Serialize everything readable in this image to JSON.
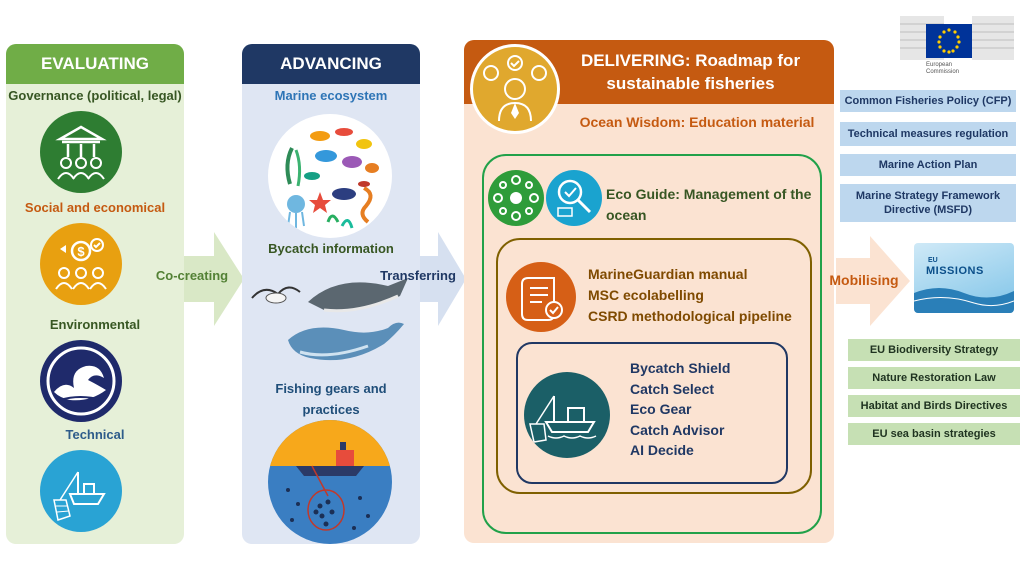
{
  "evaluating": {
    "title": "EVALUATING",
    "items": [
      {
        "label": "Governance (political, legal)",
        "icon": "governance-people-icon",
        "color": "#2e7d32"
      },
      {
        "label": "Social  and economical",
        "icon": "money-people-icon",
        "color": "#e8a010"
      },
      {
        "label": "Environmental",
        "icon": "wave-icon",
        "color": "#1f2a6b"
      },
      {
        "label": "Technical",
        "icon": "fishing-boat-net-icon",
        "color": "#29a3d4"
      }
    ]
  },
  "co_creating": "Co-creating",
  "advancing": {
    "title": "ADVANCING",
    "items": [
      {
        "label": "Marine ecosystem",
        "icon": "marine-life-icon"
      },
      {
        "label": "Bycatch information",
        "icon": "bycatch-animals-icon"
      },
      {
        "label": "Fishing  gears and practices",
        "icon": "fishing-vessel-net-icon"
      }
    ]
  },
  "transferring": "Transferring",
  "delivering": {
    "title": "DELIVERING: Roadmap for sustainable fisheries",
    "subtitle": "Ocean Wisdom: Education material",
    "eco_guide": "Eco Guide: Management of the ocean",
    "manuals": [
      "MarineGuardian manual",
      "MSC ecolabelling",
      "CSRD methodological pipeline"
    ],
    "tools": [
      "Bycatch Shield",
      "Catch Select",
      "Eco Gear",
      "Catch Advisor",
      "AI Decide"
    ]
  },
  "mobilising": "Mobilising",
  "eu_logo": {
    "line1": "European",
    "line2": "Commission"
  },
  "missions_logo": {
    "text": "MISSIONS",
    "prefix": "EU"
  },
  "policies_blue": [
    "Common Fisheries Policy (CFP)",
    "Technical measures regulation",
    "Marine Action Plan",
    "Marine Strategy Framework Directive (MSFD)"
  ],
  "policies_green": [
    "EU Biodiversity Strategy",
    "Nature Restoration Law",
    "Habitat and Birds Directives",
    "EU sea basin strategies"
  ]
}
